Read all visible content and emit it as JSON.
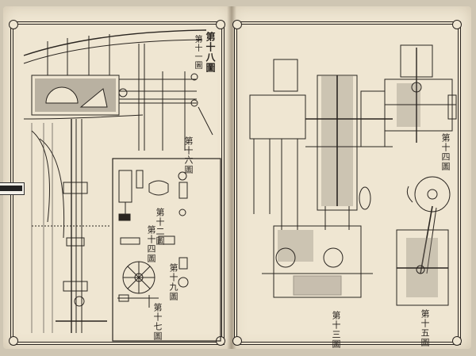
{
  "left_page": {
    "header_labels": [
      "第十八圖",
      "第十一圖"
    ],
    "figure_labels": [
      "第十六圖",
      "第十二圖",
      "第十四圖",
      "第十九圖",
      "第十七圖"
    ]
  },
  "right_page": {
    "figure_labels": [
      "第十四圖",
      "第十三圖",
      "第十五圖"
    ]
  },
  "colors": {
    "paper": "#efe6d2",
    "ink": "#2a2520",
    "background": "#cfc6b3"
  }
}
